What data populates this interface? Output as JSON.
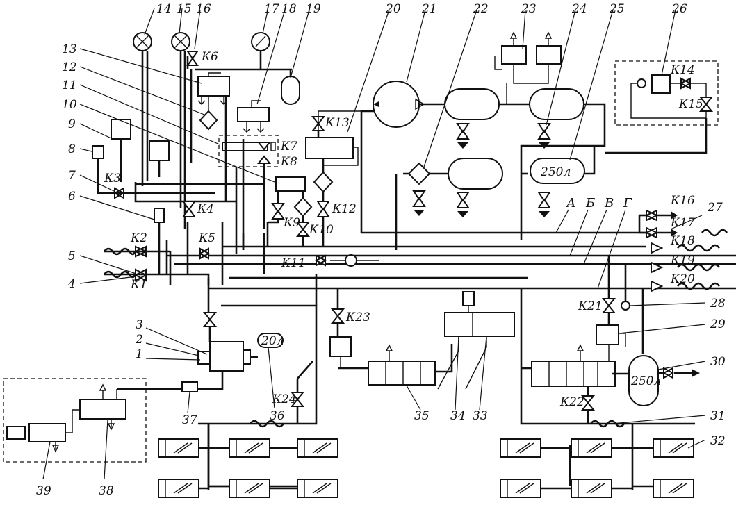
{
  "numbers": [
    "1",
    "2",
    "3",
    "4",
    "5",
    "6",
    "7",
    "8",
    "9",
    "10",
    "11",
    "12",
    "13",
    "14",
    "15",
    "16",
    "17",
    "18",
    "19",
    "20",
    "21",
    "22",
    "23",
    "24",
    "25",
    "26",
    "27",
    "28",
    "29",
    "30",
    "31",
    "32",
    "33",
    "34",
    "35",
    "36",
    "37",
    "38",
    "39"
  ],
  "valves": [
    "К1",
    "К2",
    "К3",
    "К4",
    "К5",
    "К6",
    "К7",
    "К8",
    "К9",
    "К10",
    "К11",
    "К12",
    "К13",
    "К14",
    "К15",
    "К16",
    "К17",
    "К18",
    "К19",
    "К20",
    "К21",
    "К22",
    "К23",
    "К24"
  ],
  "lines": [
    "А",
    "Б",
    "В",
    "Г"
  ],
  "tank_labels": {
    "receiver_main": "250л",
    "receiver_aux": "250л",
    "tank_small": "20л"
  }
}
